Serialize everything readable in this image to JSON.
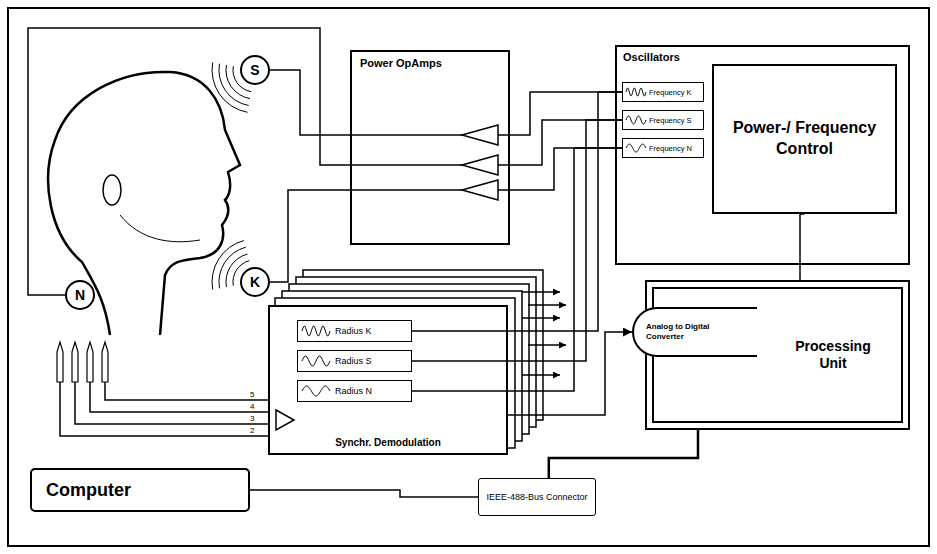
{
  "diagram": {
    "nodes": [
      {
        "text": [
          "N"
        ]
      },
      {
        "text": [
          "S"
        ]
      },
      {
        "text": [
          "K"
        ]
      },
      {
        "text": [
          "Power OpAmps"
        ]
      },
      {
        "text": [
          "Oscillators"
        ]
      },
      {
        "text": [
          "Frequency K"
        ],
        "in": 4
      },
      {
        "text": [
          "Frequency S"
        ],
        "in": 4
      },
      {
        "text": [
          "Frequency N"
        ],
        "in": 4
      },
      {
        "text": [
          "Power-/ Frequency Control"
        ],
        "in": 4
      },
      {
        "text": [
          "Synchr. Demodulation"
        ]
      },
      {
        "text": [
          "Radius K"
        ],
        "in": 9
      },
      {
        "text": [
          "Radius S"
        ],
        "in": 9
      },
      {
        "text": [
          "Radius N"
        ],
        "in": 9
      },
      {
        "text": [
          "Processing Unit"
        ]
      },
      {
        "text": [
          "Analog to Digital Converter"
        ],
        "in": 13
      },
      {
        "text": [
          "Computer"
        ]
      },
      {
        "text": [
          "IEEE-488-Bus Connector"
        ]
      }
    ],
    "edges": [
      {
        "from": 5,
        "to": 3,
        "arrow": "none"
      },
      {
        "from": 6,
        "to": 3,
        "arrow": "none"
      },
      {
        "from": 7,
        "to": 3,
        "arrow": "none"
      },
      {
        "from": 3,
        "to": 1,
        "arrow": "none"
      },
      {
        "from": 3,
        "to": 0,
        "arrow": "none"
      },
      {
        "from": 3,
        "to": 2,
        "arrow": "none"
      },
      {
        "from": 5,
        "to": 10,
        "arrow": "none"
      },
      {
        "from": 6,
        "to": 11,
        "arrow": "none"
      },
      {
        "from": 7,
        "to": 12,
        "arrow": "none"
      },
      {
        "from": 9,
        "to": 14,
        "arrow": "to"
      },
      {
        "from": 8,
        "to": 13,
        "arrow": "none"
      },
      {
        "from": 13,
        "to": 16,
        "arrow": "none"
      },
      {
        "from": 15,
        "to": 16,
        "arrow": "none"
      }
    ],
    "labels": [
      "5",
      "4",
      "3",
      "2"
    ]
  }
}
